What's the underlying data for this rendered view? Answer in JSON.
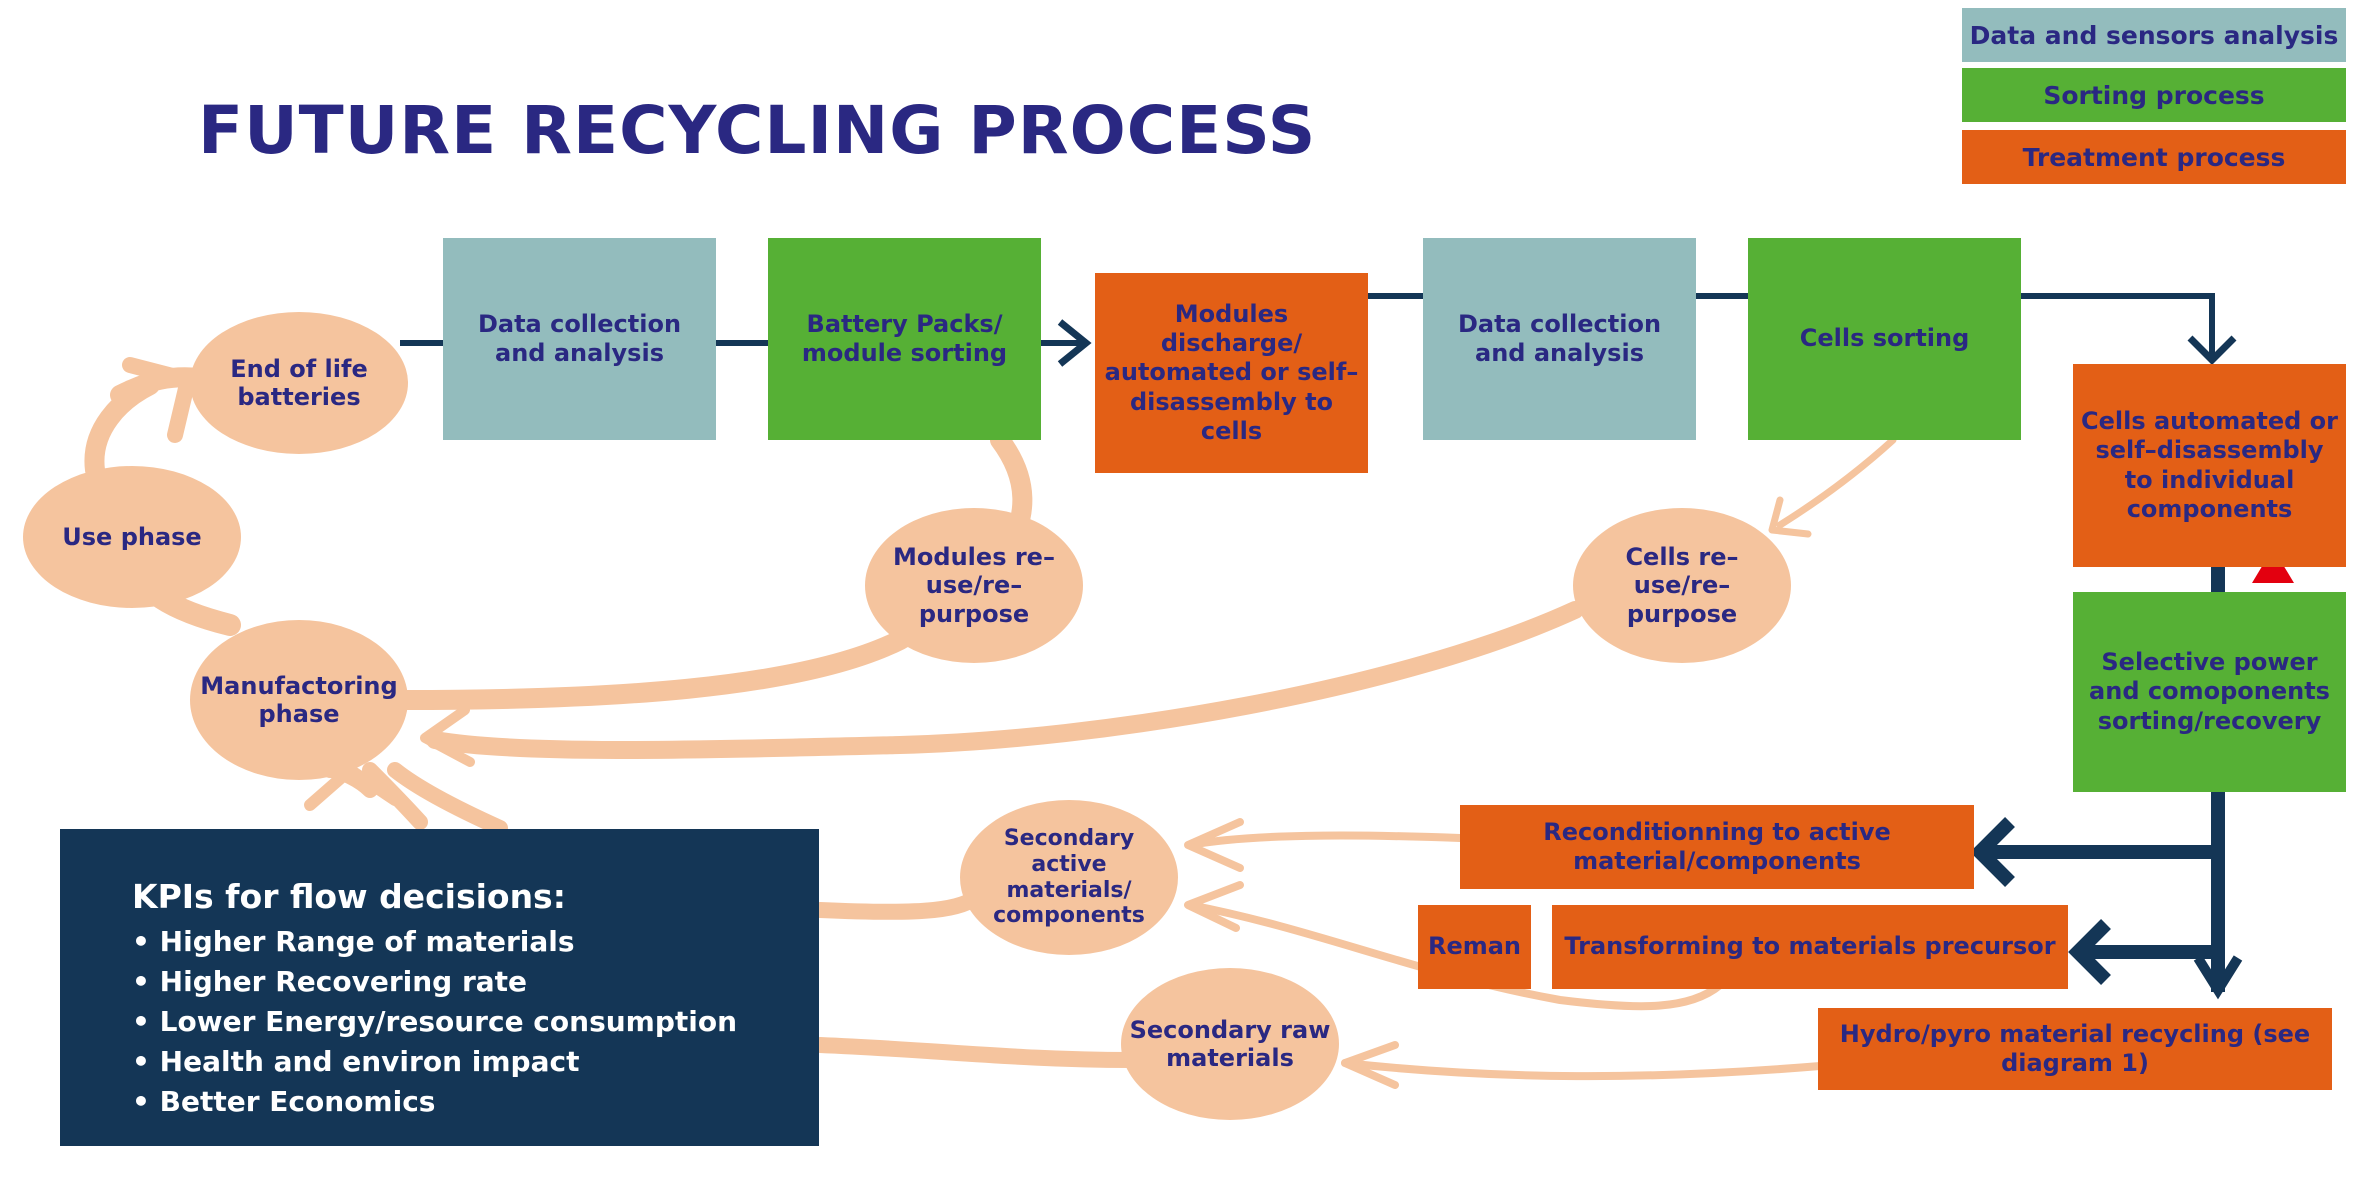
{
  "title": "FUTURE RECYCLING PROCESS",
  "legend": {
    "data": "Data and sensors analysis",
    "sorting": "Sorting process",
    "treatment": "Treatment process"
  },
  "colors": {
    "data_teal": "#93bcbd",
    "sorting_green": "#56b035",
    "treatment_orange": "#e35f16",
    "flow_peach": "#f5c49e",
    "navy": "#143656",
    "text_purple": "#2a2882",
    "warning_red": "#e3000f"
  },
  "nodes": {
    "end_of_life": "End of life batteries",
    "use_phase": "Use phase",
    "manufacturing": "Manufactoring phase",
    "modules_reuse": "Modules re–use/re–purpose",
    "cells_reuse": "Cells re–use/re–purpose",
    "secondary_active": "Secondary active materials/ components",
    "secondary_raw": "Secondary raw materials"
  },
  "boxes": {
    "data_collection_1": "Data collection and analysis",
    "battery_sorting": "Battery Packs/ module sorting",
    "modules_discharge": "Modules discharge/ automated or self–disassembly to cells",
    "data_collection_2": "Data collection and analysis",
    "cells_sorting": "Cells sorting",
    "cells_disassembly": "Cells automated or self–disassembly to individual components",
    "selective_sorting": "Selective power and comoponents sorting/recovery",
    "reconditioning": "Reconditionning to active material/components",
    "reman": "Reman",
    "transforming": "Transforming to materials precursor",
    "hydro_pyro": "Hydro/pyro material recycling (see diagram 1)"
  },
  "kpi": {
    "title": "KPIs for flow decisions:",
    "items": [
      "Higher Range of materials",
      "Higher Recovering rate",
      "Lower Energy/resource consumption",
      "Health and environ impact",
      "Better Economics"
    ]
  }
}
